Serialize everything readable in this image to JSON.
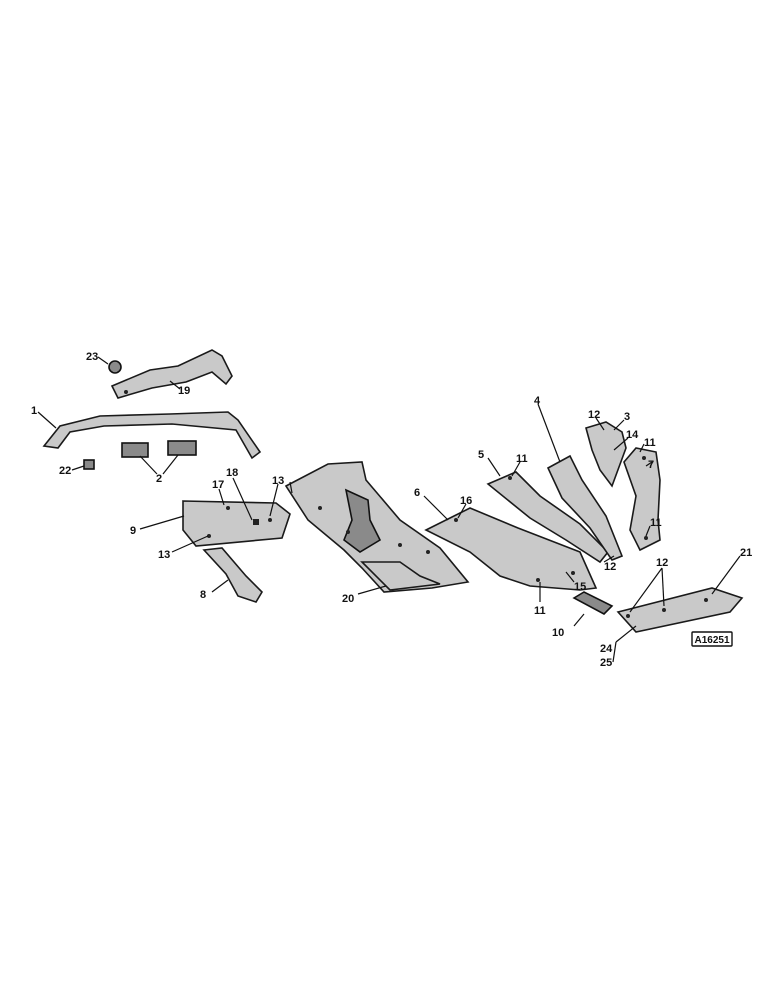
{
  "reference_code": "A16251",
  "callouts": {
    "c1": "1",
    "c2": "2",
    "c3": "3",
    "c4": "4",
    "c5": "5",
    "c6": "6",
    "c7": "7",
    "c8": "8",
    "c9": "9",
    "c10": "10",
    "c11a": "11",
    "c11b": "11",
    "c11c": "11",
    "c11d": "11",
    "c12a": "12",
    "c12b": "12",
    "c12c": "12",
    "c13a": "13",
    "c13b": "13",
    "c14": "14",
    "c15": "15",
    "c16": "16",
    "c17": "17",
    "c18": "18",
    "c19": "19",
    "c20": "20",
    "c21": "21",
    "c22": "22",
    "c23": "23",
    "c24": "24",
    "c25": "25"
  }
}
